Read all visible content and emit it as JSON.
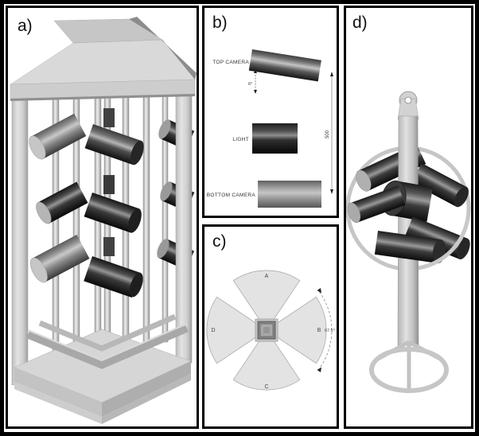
{
  "panel_a": {
    "label": "a)"
  },
  "panel_b": {
    "label": "b)",
    "top_camera": "TOP CAMERA",
    "light": "LIGHT",
    "bottom_camera": "BOTTOM CAMERA",
    "height_dim": "500",
    "tilt_angle": "6°"
  },
  "panel_c": {
    "label": "c)",
    "sector_a": "A",
    "sector_b": "B",
    "sector_c": "C",
    "sector_d": "D",
    "arc_angle": "67.5°"
  },
  "panel_d": {
    "label": "d)"
  },
  "colors": {
    "frame_border": "#000000",
    "panel_bg": "#ffffff",
    "structure_light": "#d6d6d6",
    "cylinder_dark": "#2b2b2b",
    "sector_fill": "#e3e3e3"
  }
}
